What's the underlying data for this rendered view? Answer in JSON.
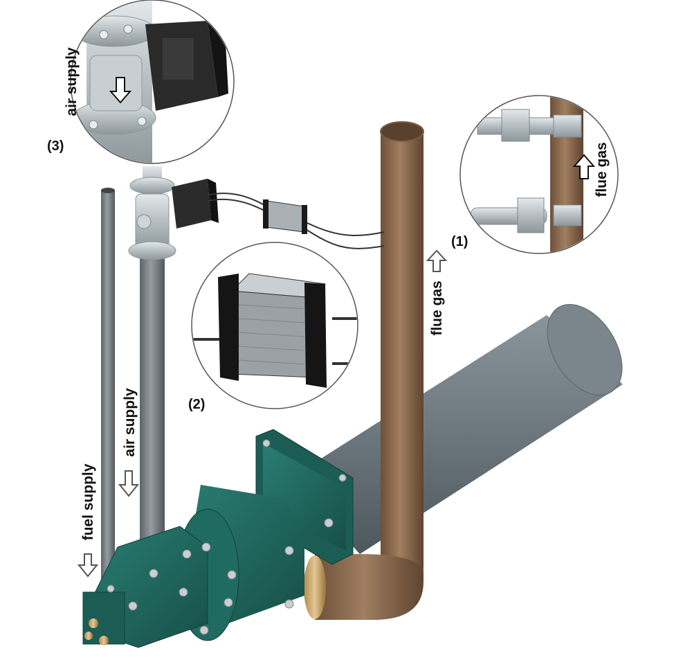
{
  "labels": {
    "air_supply_detail": "air supply",
    "air_supply_main": "air supply",
    "fuel_supply": "fuel supply",
    "flue_gas_main": "flue gas",
    "flue_gas_detail": "flue gas"
  },
  "callouts": {
    "c1": "(1)",
    "c2": "(2)",
    "c3": "(3)"
  },
  "colors": {
    "burner_green": "#1f6b62",
    "flue_pipe_brown": "#8b6a50",
    "tube_gray": "#6f7a80",
    "feed_pipe_gray": "#7d868c"
  }
}
